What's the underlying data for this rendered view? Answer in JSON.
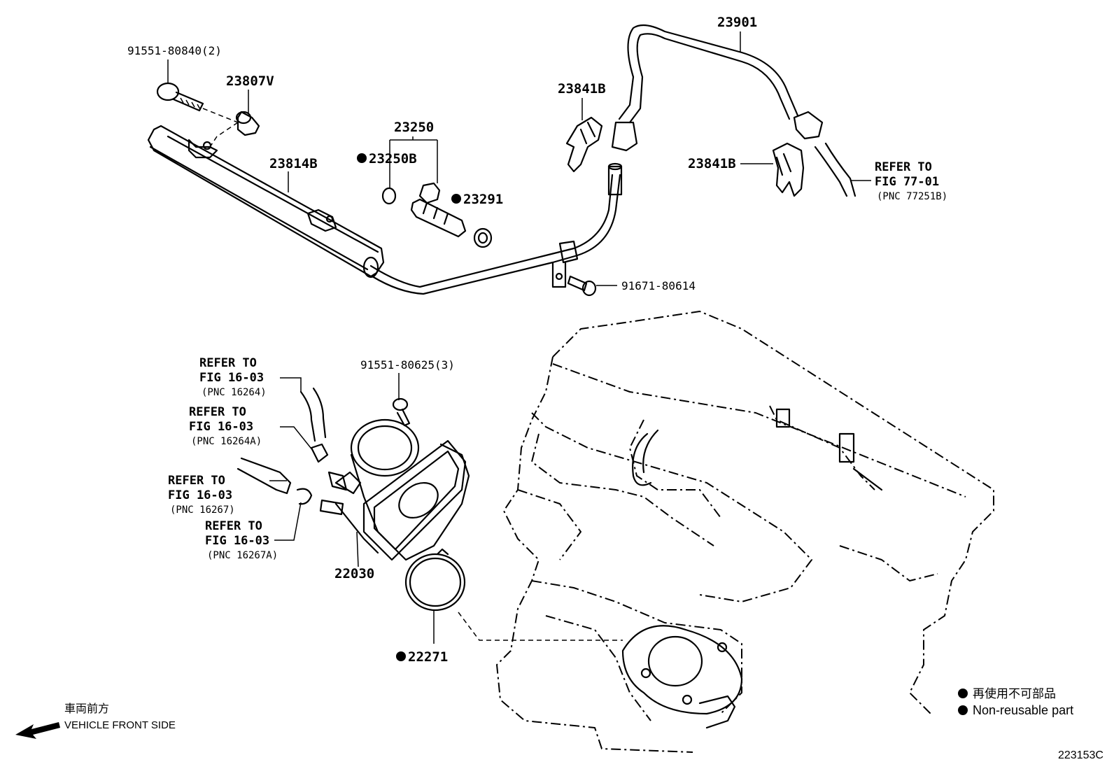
{
  "labels": {
    "bolt_fuel_rail": "91551-80840(2)",
    "insulator": "23807V",
    "fuel_rail": "23814B",
    "injector_assy": "23250",
    "oring_23250b": "23250B",
    "insulator_23291": "23291",
    "fuel_hose": "23901",
    "clip_upper": "23841B",
    "clip_lower": "23841B",
    "bolt_clamp": "91671-80614",
    "bolt_throttle": "91551-80625(3)",
    "throttle_body": "22030",
    "gasket": "22271"
  },
  "refs": [
    {
      "line1": "REFER TO",
      "line2": "FIG 77-01",
      "pnc": "(PNC 77251B)"
    },
    {
      "line1": "REFER TO",
      "line2": "FIG 16-03",
      "pnc": "(PNC 16264)"
    },
    {
      "line1": "REFER TO",
      "line2": "FIG 16-03",
      "pnc": "(PNC 16264A)"
    },
    {
      "line1": "REFER TO",
      "line2": "FIG 16-03",
      "pnc": "(PNC 16267)"
    },
    {
      "line1": "REFER TO",
      "line2": "FIG 16-03",
      "pnc": "(PNC 16267A)"
    }
  ],
  "direction": {
    "jp": "車両前方",
    "en": "VEHICLE FRONT SIDE"
  },
  "legend": {
    "jp": "再使用不可部品",
    "en": "Non-reusable part"
  },
  "figure_id": "223153C",
  "colors": {
    "line": "#000000",
    "background": "#ffffff"
  }
}
